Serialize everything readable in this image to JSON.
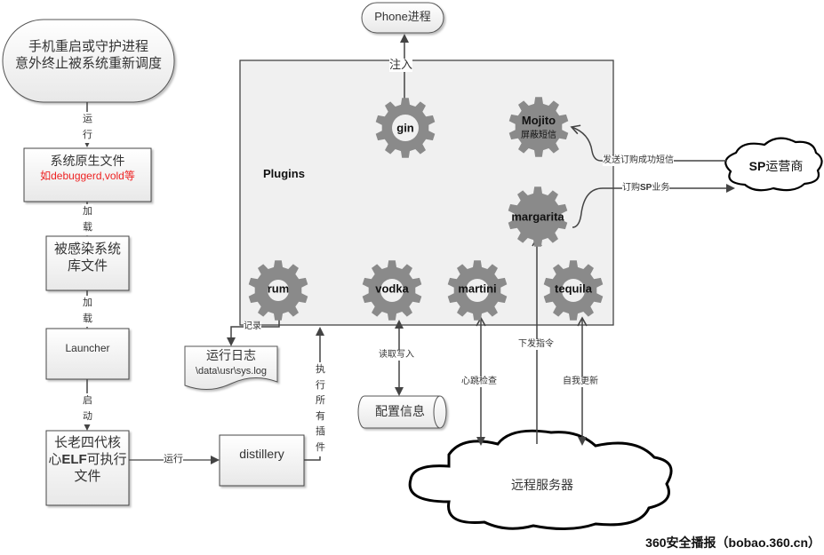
{
  "left_flow": {
    "start": {
      "line1": "手机重启或守护进程",
      "line2": "意外终止被系统重新调度"
    },
    "edge1": [
      "运",
      "行"
    ],
    "sys_files": {
      "title": "系统原生文件",
      "subtitle": "如debuggerd,vold等"
    },
    "edge2": [
      "加",
      "载"
    ],
    "infected_lib": {
      "line1": "被感染系统",
      "line2": "库文件"
    },
    "edge3": [
      "加",
      "载"
    ],
    "launcher": {
      "label": "Launcher"
    },
    "edge4": [
      "启",
      "动"
    ],
    "core_elf": {
      "line1": "长老四代核",
      "line2_pre": "心",
      "line2_bold": "ELF",
      "line2_post": "可执行",
      "line3": "文件"
    },
    "edge5": "运行",
    "distillery": {
      "label": "distillery"
    },
    "edge6": [
      "执",
      "行",
      "所",
      "有",
      "插",
      "件"
    ]
  },
  "plugins": {
    "title": "Plugins",
    "gears": {
      "gin": "gin",
      "mojito": {
        "name": "Mojito",
        "sub": "屏蔽短信"
      },
      "margarita": "margarita",
      "rum": "rum",
      "vodka": "vodka",
      "martini": "martini",
      "tequila": "tequila"
    }
  },
  "phone": {
    "label": "Phone进程",
    "edge": "注入"
  },
  "log": {
    "title": "运行日志",
    "path": "\\data\\usr\\sys.log",
    "edge": "记录"
  },
  "config": {
    "label": "配置信息",
    "edge": "读取写入"
  },
  "sp": {
    "label_bold": "SP",
    "label_rest": "运营商",
    "edge_in": "发送订购成功短信",
    "edge_out_pre": "订购",
    "edge_out_bold": "SP",
    "edge_out_post": "业务"
  },
  "server": {
    "label": "远程服务器",
    "edge_heartbeat": "心跳检查",
    "edge_command": "下发指令",
    "edge_update": "自我更新"
  },
  "watermark": "360安全播报（bobao.360.cn）",
  "colors": {
    "gear": "#8a8a8a",
    "panel": "#f0f0f0",
    "line": "#444444",
    "accent_red": "#ee2222"
  }
}
